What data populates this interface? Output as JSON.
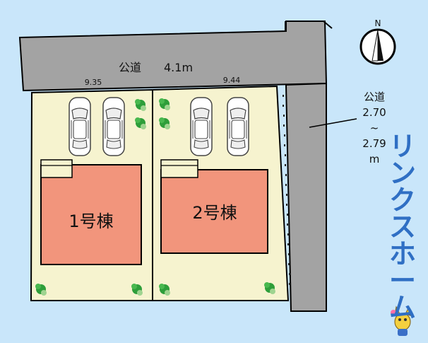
{
  "north_label": "N",
  "north_road": {
    "label": "公道",
    "width": "4.1m"
  },
  "east_road": {
    "label": "公道",
    "width_min": "2.70",
    "separator": "~",
    "width_max": "2.79",
    "unit": "m"
  },
  "frontages": {
    "lot1": "9.35",
    "lot2": "9.44"
  },
  "buildings": {
    "lot1": "1号棟",
    "lot2": "2号棟"
  },
  "brand": "リンクスホーム",
  "colors": {
    "background": "#c9e6fa",
    "road": "#a3a3a3",
    "lot": "#f6f3cf",
    "house": "#f2957c",
    "tree": "#2e9e3a",
    "brand": "#2f6fc4"
  }
}
